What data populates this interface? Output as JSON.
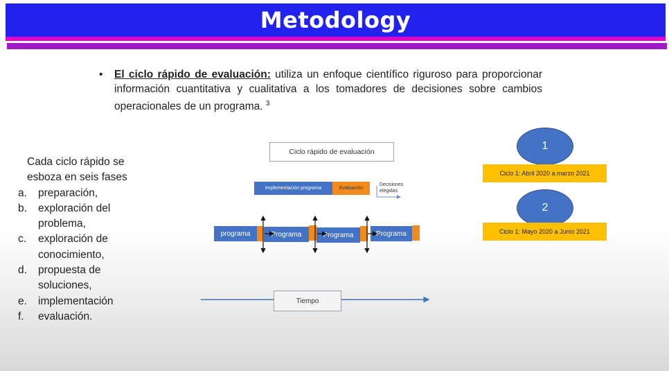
{
  "header": {
    "title": "Metodology"
  },
  "bullet": {
    "term": "El ciclo rápido de evaluación:",
    "text": " utiliza un enfoque científico riguroso para proporcionar información cuantitativa y cualitativa a los tomadores de decisiones sobre cambios operacionales de un programa.",
    "footnote": "3"
  },
  "phases": {
    "intro": "Cada ciclo rápido se esboza en seis fases",
    "items": [
      {
        "letter": "a.",
        "text": "preparación,"
      },
      {
        "letter": "b.",
        "text": "exploración del problema,"
      },
      {
        "letter": "c.",
        "text": "exploración de conocimiento,"
      },
      {
        "letter": "d.",
        "text": "propuesta de soluciones,"
      },
      {
        "letter": "e.",
        "text": "implementación"
      },
      {
        "letter": "f.",
        "text": "evaluación."
      }
    ]
  },
  "diagram": {
    "title": "Ciclo rápido de evaluación",
    "implementation": "Implementación programa",
    "evaluation": "Evaluación",
    "decisions": "Decisiones elegidas",
    "programs": [
      "programa",
      "Programa",
      "Programa",
      "Programa"
    ],
    "time": "Tiempo"
  },
  "cycles": [
    {
      "number": "1",
      "label": "Ciclo 1: Abril 2020 a marzo 2021"
    },
    {
      "number": "2",
      "label": "Ciclo 1: Mayo  2020 a Junio 2021"
    }
  ],
  "colors": {
    "title_bar": "#2222ee",
    "magenta_line": "#e600c8",
    "purple_band": "#a018c8",
    "program_blue": "#4472c4",
    "orange": "#f28a1e",
    "label_yellow": "#ffc000"
  }
}
